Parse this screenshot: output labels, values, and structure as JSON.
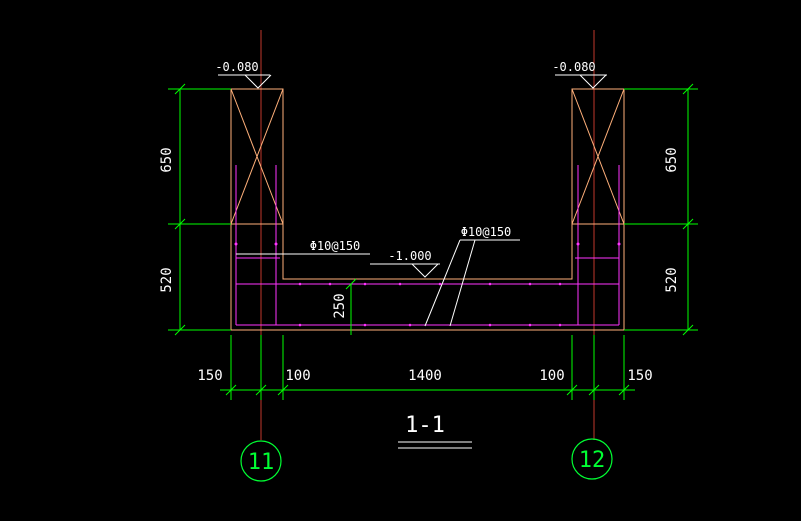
{
  "drawing": {
    "title": "1-1",
    "colors": {
      "background": "#000000",
      "dimension": "#00ff00",
      "axis": "#c0392b",
      "concrete": "#ffb07a",
      "rebar": "#ff33ff",
      "text": "#ffffff",
      "grid_bubble": "#00ff33"
    },
    "elevations": {
      "left_top": "-0.080",
      "right_top": "-0.080",
      "bottom_slab": "-1.000"
    },
    "rebar_labels": {
      "left": "Φ10@150",
      "right": "Φ10@150"
    },
    "dimensions": {
      "left_upper": "650",
      "left_lower": "520",
      "right_upper": "650",
      "right_lower": "520",
      "slab": "250",
      "bottom": [
        "150",
        "100",
        "1400",
        "100",
        "150"
      ]
    },
    "axes": {
      "left": "11",
      "right": "12"
    }
  }
}
